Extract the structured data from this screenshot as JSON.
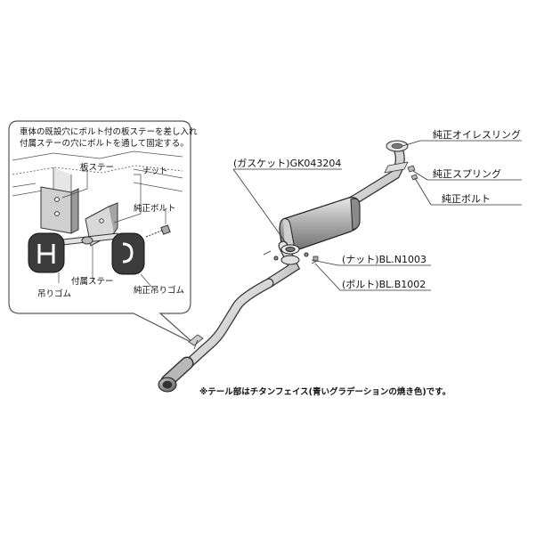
{
  "inset": {
    "note_line1": "車体の既設穴にボルト付の板ステーを差し入れ",
    "note_line2": "付属ステーの穴にボルトを通して固定する。",
    "plate_stay": "板ステー",
    "nut": "ナット",
    "genuine_bolt": "純正ボルト",
    "hanger_rubber": "吊りゴム",
    "included_stay": "付属ステー",
    "genuine_hanger_rubber": "純正吊りゴム"
  },
  "parts": {
    "gasket": "(ガスケット)GK043204",
    "genuine_o_ring": "純正オイレスリング",
    "genuine_spring": "純正スプリング",
    "genuine_bolt": "純正ボルト",
    "nut": "(ナット)BL.N1003",
    "bolt": "(ボルト)BL.B1002"
  },
  "footnote": "※テール部はチタンフェイス(青いグラデーションの焼き色)です。",
  "colors": {
    "line": "#333333",
    "muffler": "#9a9a9a",
    "tip": "#7c7c7c"
  }
}
